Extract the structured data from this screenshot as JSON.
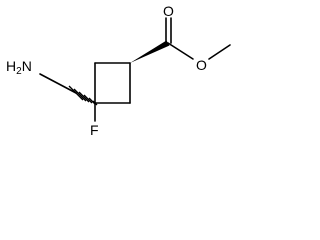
{
  "molecule": {
    "atoms": {
      "amine": "H2N",
      "carbonyl_oxygen": "O",
      "ester_oxygen": "O",
      "fluorine": "F"
    }
  }
}
